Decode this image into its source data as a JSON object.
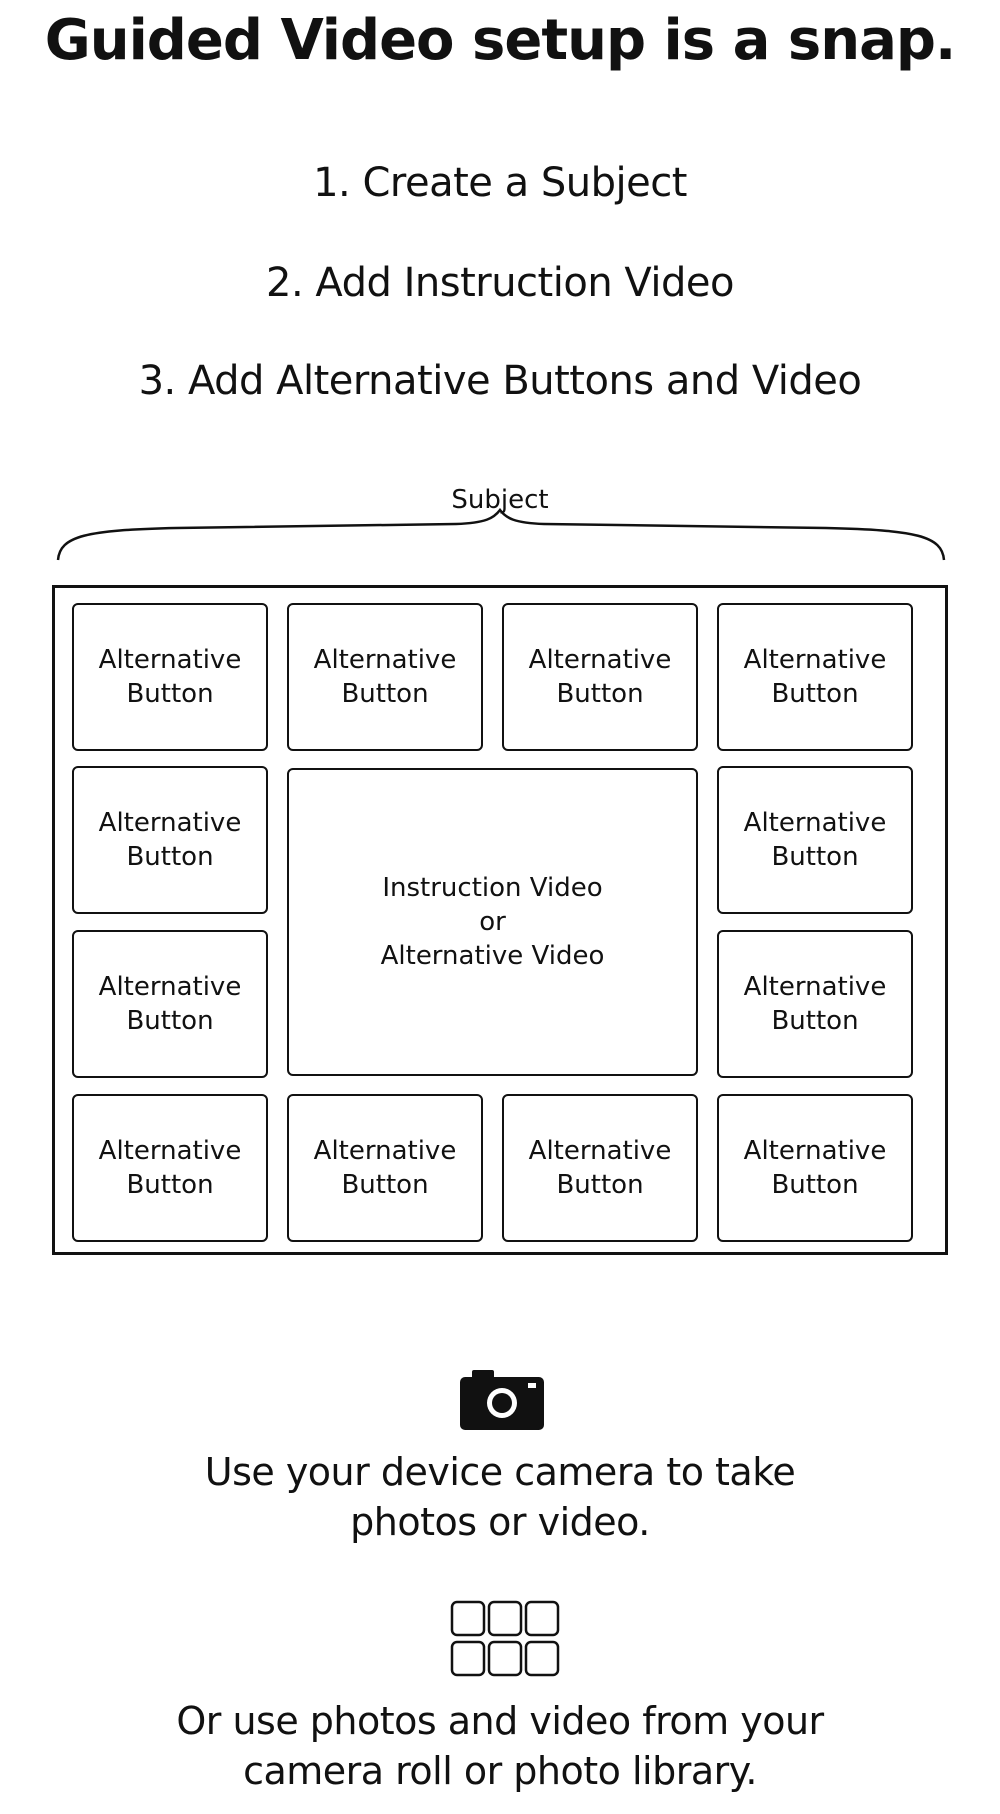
{
  "title": "Guided Video setup is a snap.",
  "steps": [
    "1. Create a Subject",
    "2. Add Instruction Video",
    "3. Add Alternative Buttons and Video"
  ],
  "diagram": {
    "subject_label": "Subject",
    "button_label": "Alternative\nButton",
    "video_label": "Instruction Video\nor\nAlternative Video",
    "button_count": 12
  },
  "camera": {
    "icon": "camera-icon",
    "text": "Use your device camera to take\nphotos or video."
  },
  "library": {
    "icon": "grid-icon",
    "text": "Or use photos and video from your\ncamera roll or photo library."
  }
}
